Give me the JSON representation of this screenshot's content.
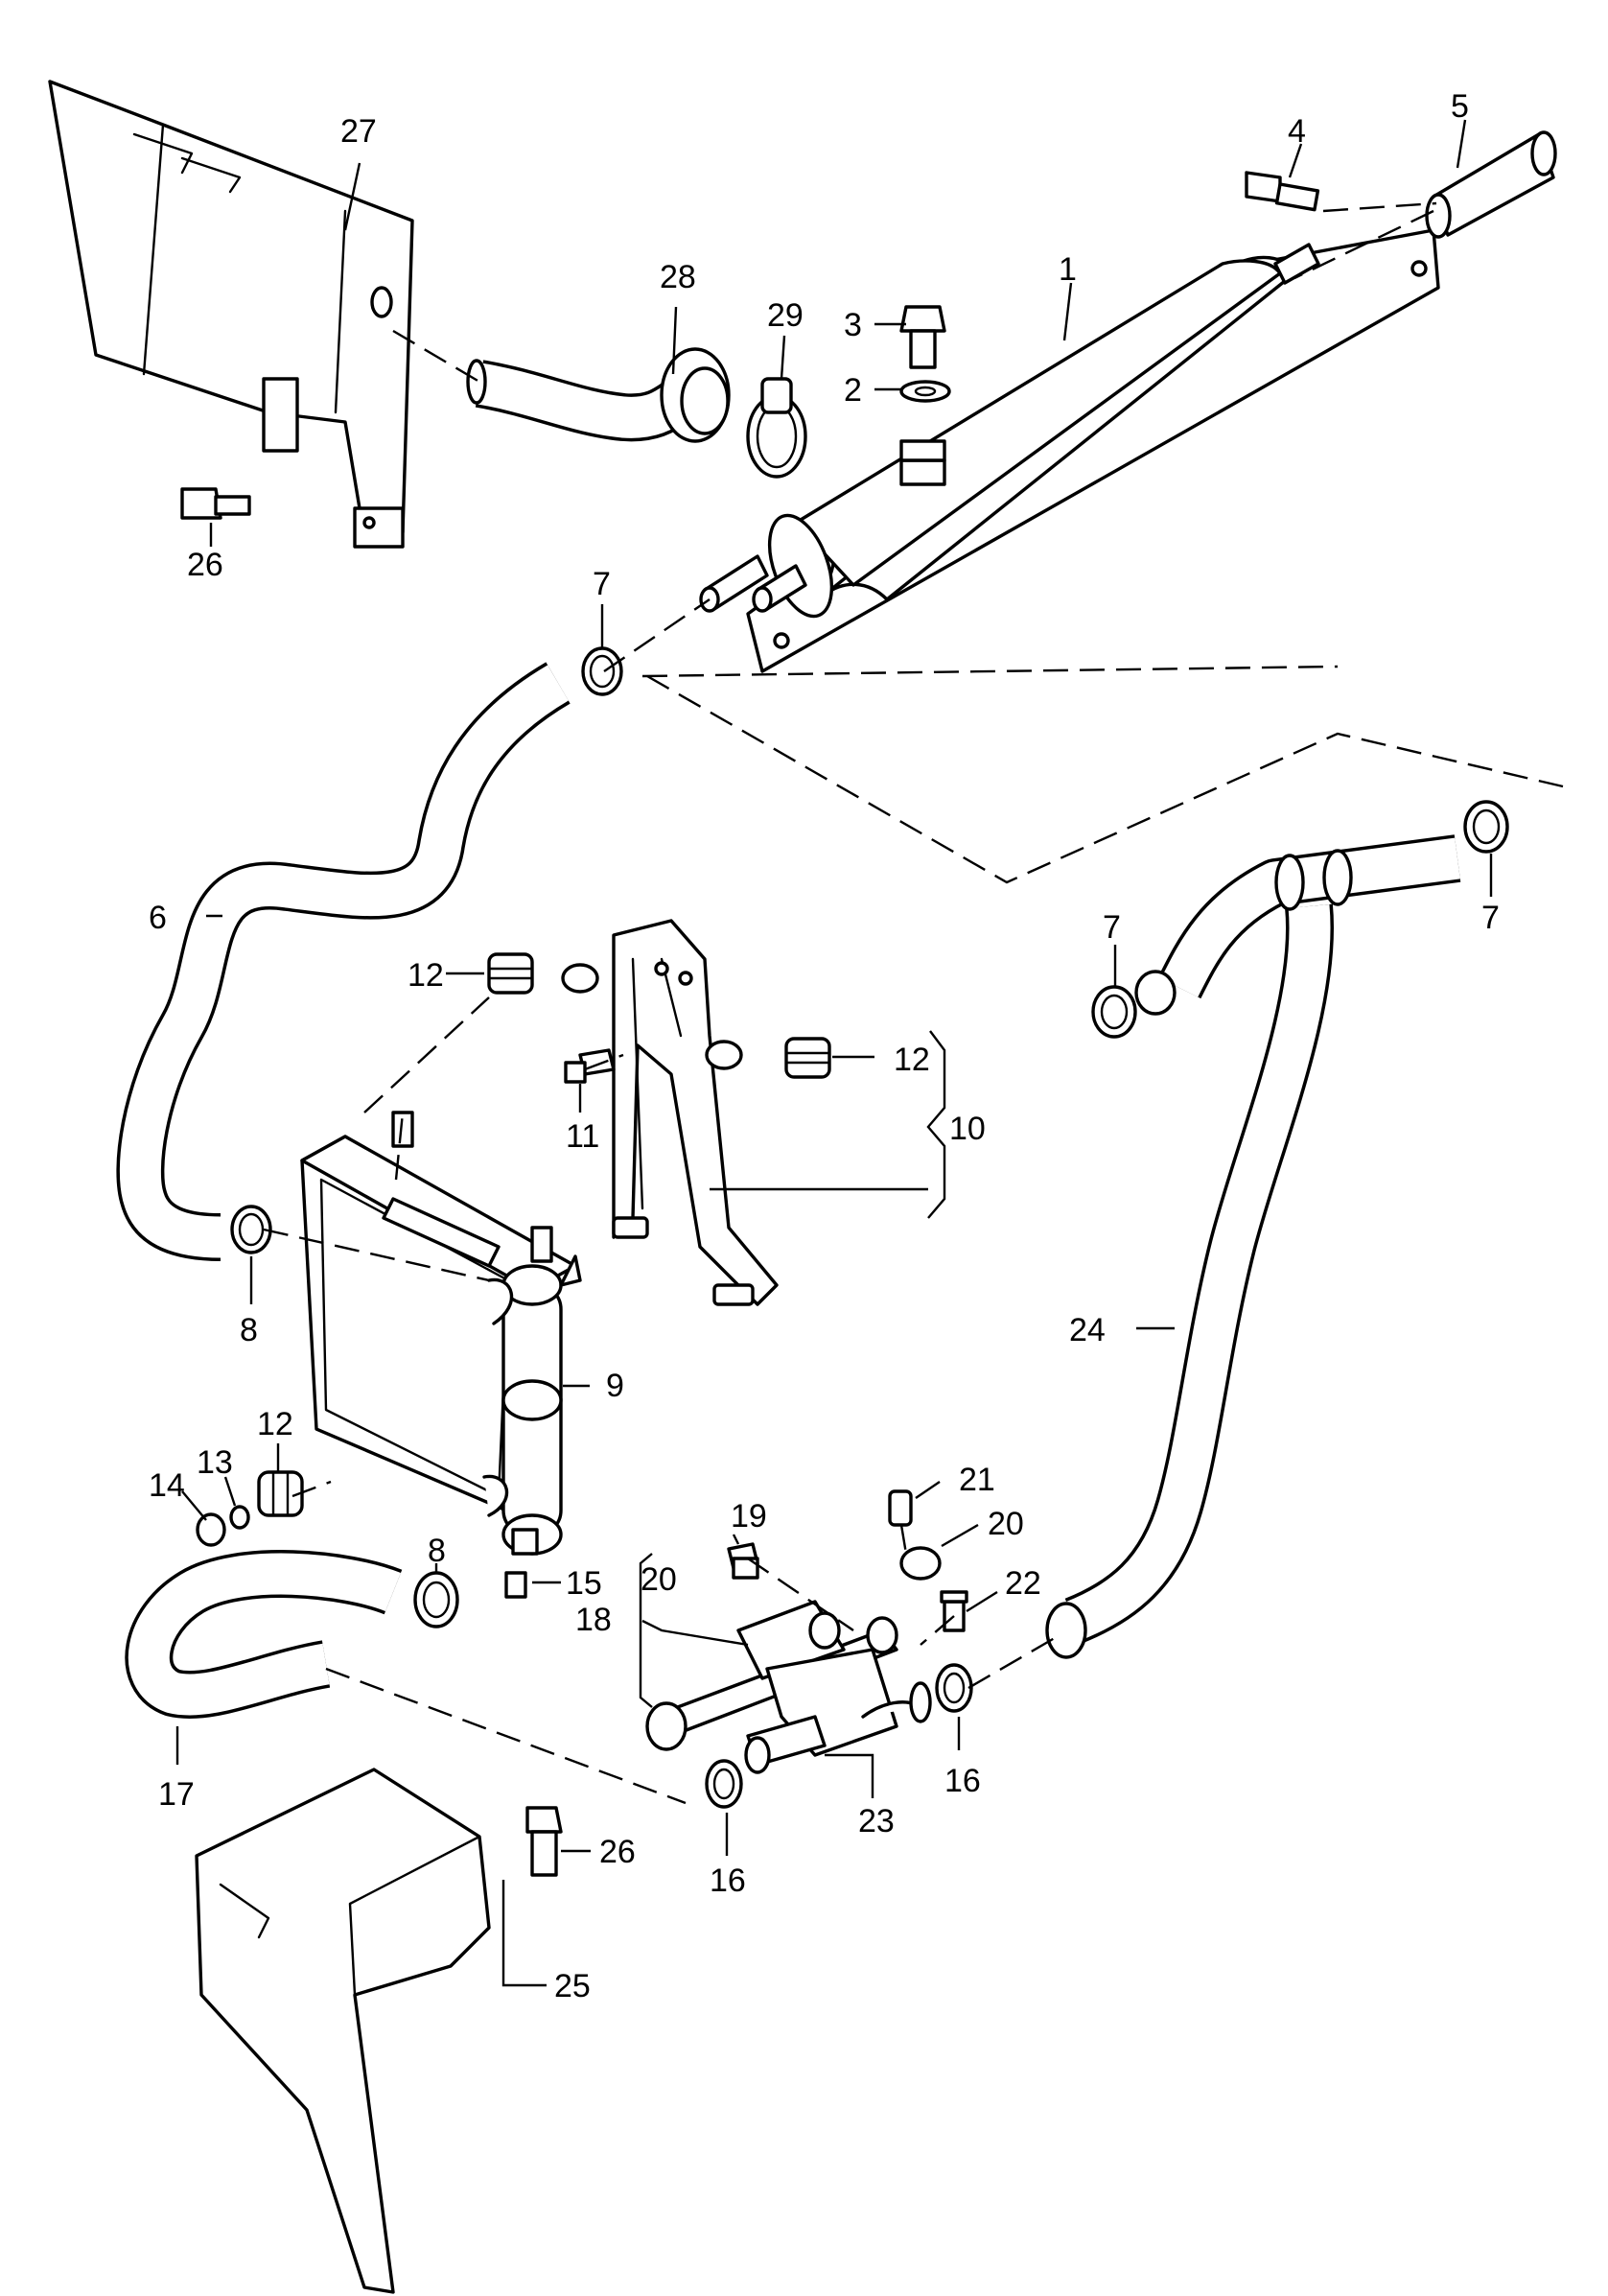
{
  "diagram": {
    "type": "exploded-parts-diagram",
    "callouts": [
      {
        "id": "c1",
        "label": "1"
      },
      {
        "id": "c2",
        "label": "2"
      },
      {
        "id": "c3",
        "label": "3"
      },
      {
        "id": "c4",
        "label": "4"
      },
      {
        "id": "c5",
        "label": "5"
      },
      {
        "id": "c6",
        "label": "6"
      },
      {
        "id": "c7a",
        "label": "7"
      },
      {
        "id": "c7b",
        "label": "7"
      },
      {
        "id": "c7c",
        "label": "7"
      },
      {
        "id": "c8a",
        "label": "8"
      },
      {
        "id": "c8b",
        "label": "8"
      },
      {
        "id": "c9",
        "label": "9"
      },
      {
        "id": "c10",
        "label": "10"
      },
      {
        "id": "c11",
        "label": "11"
      },
      {
        "id": "c12a",
        "label": "12"
      },
      {
        "id": "c12b",
        "label": "12"
      },
      {
        "id": "c12c",
        "label": "12"
      },
      {
        "id": "c13",
        "label": "13"
      },
      {
        "id": "c14",
        "label": "14"
      },
      {
        "id": "c15",
        "label": "15"
      },
      {
        "id": "c16a",
        "label": "16"
      },
      {
        "id": "c16b",
        "label": "16"
      },
      {
        "id": "c17",
        "label": "17"
      },
      {
        "id": "c18",
        "label": "18"
      },
      {
        "id": "c19",
        "label": "19"
      },
      {
        "id": "c20a",
        "label": "20"
      },
      {
        "id": "c20b",
        "label": "20"
      },
      {
        "id": "c21",
        "label": "21"
      },
      {
        "id": "c22",
        "label": "22"
      },
      {
        "id": "c23",
        "label": "23"
      },
      {
        "id": "c24",
        "label": "24"
      },
      {
        "id": "c25",
        "label": "25"
      },
      {
        "id": "c26a",
        "label": "26"
      },
      {
        "id": "c26b",
        "label": "26"
      },
      {
        "id": "c27",
        "label": "27"
      },
      {
        "id": "c28",
        "label": "28"
      },
      {
        "id": "c29",
        "label": "29"
      }
    ]
  }
}
